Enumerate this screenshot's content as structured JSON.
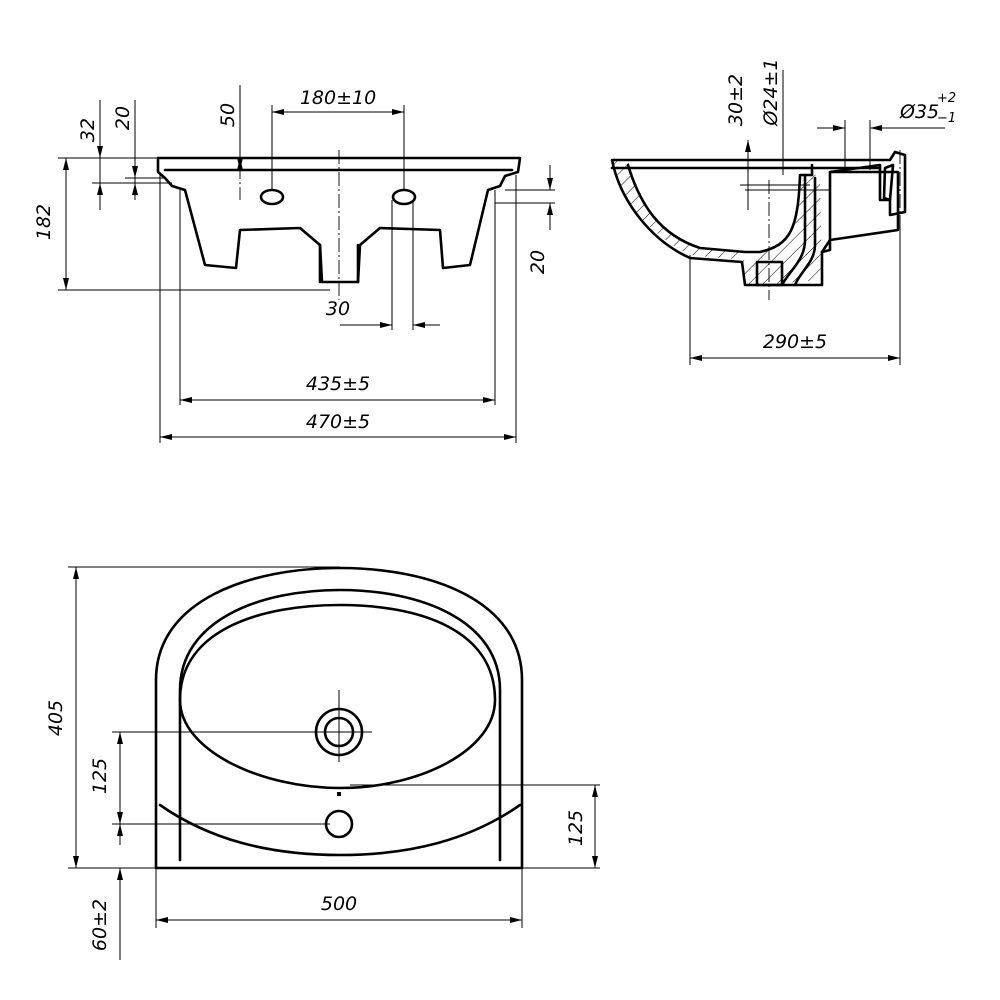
{
  "front_view": {
    "dims": {
      "d32": "32",
      "d20_top": "20",
      "d50": "50",
      "tap_spacing": "180±10",
      "height": "182",
      "d20_right": "20",
      "d30": "30",
      "inner_width": "435±5",
      "outer_width": "470±5"
    }
  },
  "side_view": {
    "dims": {
      "d30": "30±2",
      "drain_dia": "Ø24±1",
      "overflow_dia": "Ø35",
      "overflow_tol_upper": "+2",
      "overflow_tol_lower": "−1",
      "depth": "290±5"
    }
  },
  "top_view": {
    "dims": {
      "depth": "405",
      "d125_left": "125",
      "d125_right": "125",
      "width": "500",
      "d60": "60±2"
    }
  }
}
